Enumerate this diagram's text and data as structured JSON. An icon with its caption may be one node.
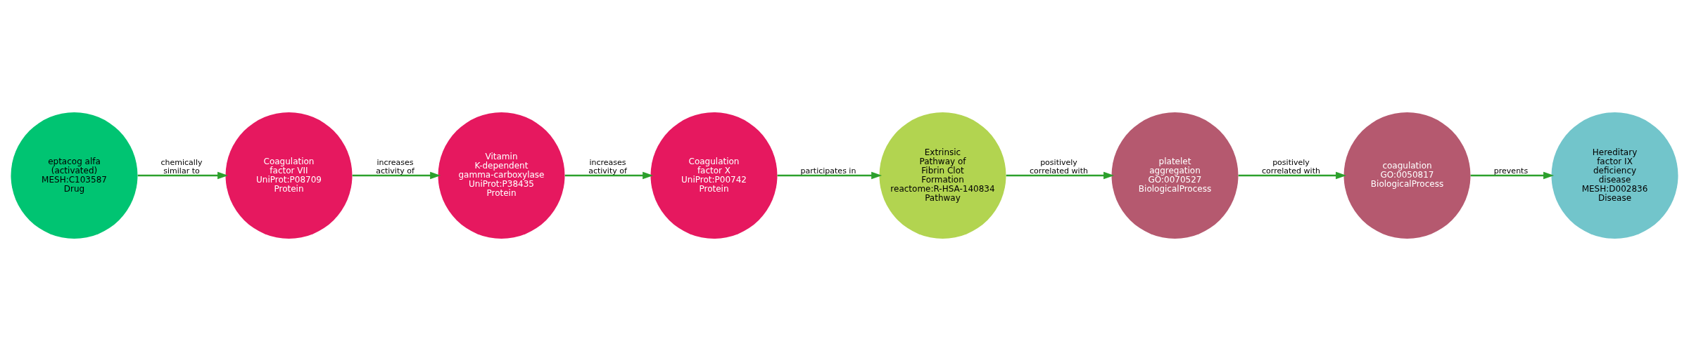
{
  "diagram": {
    "nodes": [
      {
        "text": [
          "eptacog alfa (activated)",
          "MESH:C103587",
          "Drug"
        ]
      },
      {
        "text": [
          "Coagulation factor VII",
          "UniProt:P08709",
          "Protein"
        ]
      },
      {
        "text": [
          "Vitamin K-dependent gamma-carboxylase",
          "UniProt:P38435",
          "Protein"
        ]
      },
      {
        "text": [
          "Coagulation factor X",
          "UniProt:P00742",
          "Protein"
        ]
      },
      {
        "text": [
          "Extrinsic Pathway of Fibrin Clot Formation",
          "reactome:R-HSA-140834",
          "Pathway"
        ]
      },
      {
        "text": [
          "platelet aggregation",
          "GO:0070527",
          "BiologicalProcess"
        ]
      },
      {
        "text": [
          "coagulation",
          "GO:0050817",
          "BiologicalProcess"
        ]
      },
      {
        "text": [
          "Hereditary factor IX deficiency disease",
          "MESH:D002836",
          "Disease"
        ]
      }
    ],
    "edges": [
      {
        "from": 0,
        "to": 1,
        "arrow": "to",
        "label": "chemically similar to"
      },
      {
        "from": 1,
        "to": 2,
        "arrow": "to",
        "label": "increases activity of"
      },
      {
        "from": 2,
        "to": 3,
        "arrow": "to",
        "label": "increases activity of"
      },
      {
        "from": 3,
        "to": 4,
        "arrow": "to",
        "label": "participates in"
      },
      {
        "from": 4,
        "to": 5,
        "arrow": "to",
        "label": "positively correlated with"
      },
      {
        "from": 5,
        "to": 6,
        "arrow": "to",
        "label": "positively correlated with"
      },
      {
        "from": 6,
        "to": 7,
        "arrow": "to",
        "label": "prevents"
      }
    ]
  }
}
